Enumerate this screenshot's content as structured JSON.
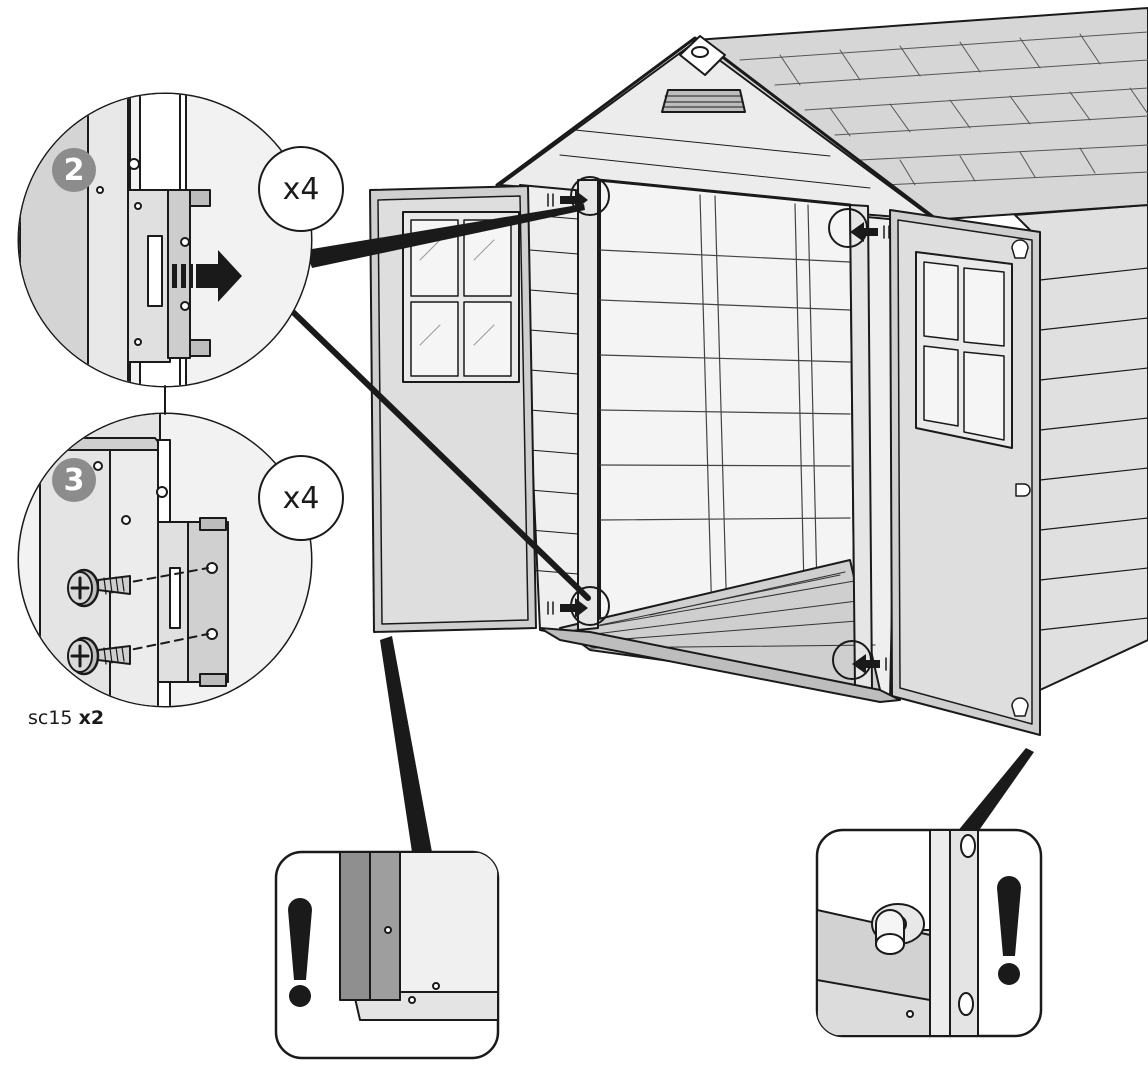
{
  "steps": [
    {
      "number": "2",
      "quantity": "x4"
    },
    {
      "number": "3",
      "quantity": "x4"
    }
  ],
  "fastener": {
    "code": "sc15",
    "quantity": "x2"
  },
  "icons": {
    "warning": "exclamation-icon",
    "direction": "arrow-right-icon",
    "screw": "phillips-screw-icon"
  },
  "colors": {
    "line": "#1a1a1a",
    "panel": "#d9d9d9",
    "badge": "#8c8c8c",
    "strip": "#8f8f8f"
  }
}
